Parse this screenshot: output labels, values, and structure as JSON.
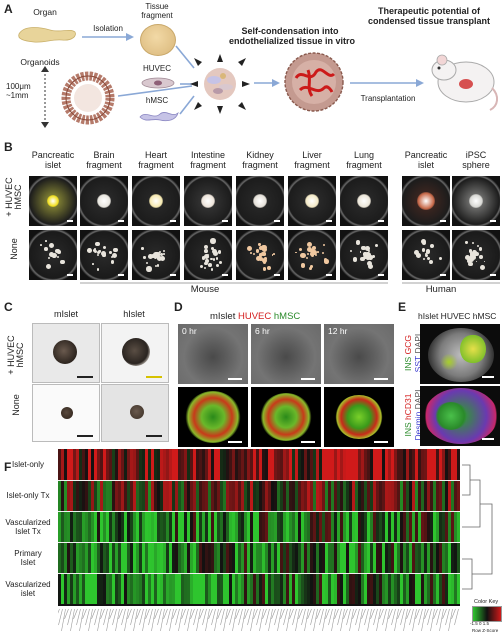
{
  "panel_a": {
    "letter": "A",
    "organ": "Organ",
    "isolation": "Isolation",
    "tissue_fragment": "Tissue\nfragment",
    "organoids": "Organoids",
    "size_range": "100μm\n~1mm",
    "huvec": "HUVEC",
    "hmsc": "hMSC",
    "self_condensation": "Self-condensation into",
    "endothelialized": "endothelialized tissue in vitro",
    "therapeutic": "Therapeutic potential of",
    "condensed": "condensed tissue transplant",
    "transplantation": "Transplantation"
  },
  "panel_b": {
    "letter": "B",
    "columns": [
      "Pancreatic\nislet",
      "Brain\nfragment",
      "Heart\nfragment",
      "Intestine\nfragment",
      "Kidney\nfragment",
      "Liver\nfragment",
      "Lung\nfragment",
      "Pancreatic\nislet",
      "iPSC\nsphere"
    ],
    "row_top": "+ HUVEC\nhMSC",
    "row_bottom": "None",
    "group_mouse": "Mouse",
    "group_human": "Human"
  },
  "panel_c": {
    "letter": "C",
    "col1": "mIslet",
    "col2": "hIslet",
    "row_top": "+ HUVEC\nhMSC",
    "row_bottom": "None"
  },
  "panel_d": {
    "letter": "D",
    "title_m": "mIslet",
    "title_huvec": "HUVEC",
    "title_hmsc": "hMSC",
    "times": [
      "0 hr",
      "6 hr",
      "12 hr"
    ]
  },
  "panel_e": {
    "letter": "E",
    "title": "hIslet HUVEC hMSC",
    "top_labels": [
      "INS",
      "GCG",
      "SST",
      "DAPI"
    ],
    "bottom_labels": [
      "INS",
      "hCD31",
      "Desmin",
      "DAPI"
    ]
  },
  "panel_f": {
    "letter": "F",
    "rows": [
      "Islet-only",
      "Islet-only Tx",
      "Vascularized\nIslet Tx",
      "Primary\nIslet",
      "Vascularized\nislet"
    ],
    "color_key": "Color Key",
    "key_ticks": "-1.5  0  1.5",
    "key_label": "Row Z-Score"
  },
  "colors": {
    "huvec_red": "#d42020",
    "hmsc_green": "#2a8a2a",
    "arrow_blue": "#8aa8d6",
    "heat_red": "#d01a1a",
    "heat_green": "#2ec52e"
  }
}
